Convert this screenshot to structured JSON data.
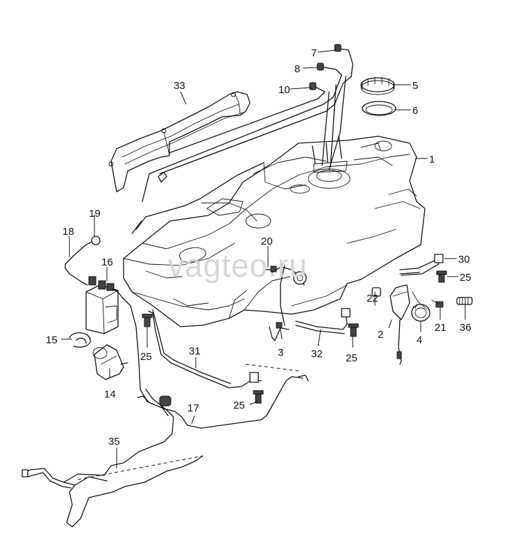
{
  "watermark": "vagteo.ru",
  "callouts": [
    {
      "id": "p1",
      "text": "1"
    },
    {
      "id": "p2",
      "text": "2"
    },
    {
      "id": "p3",
      "text": "3"
    },
    {
      "id": "p4",
      "text": "4"
    },
    {
      "id": "p5",
      "text": "5"
    },
    {
      "id": "p6",
      "text": "6"
    },
    {
      "id": "p7",
      "text": "7"
    },
    {
      "id": "p8",
      "text": "8"
    },
    {
      "id": "p10",
      "text": "10"
    },
    {
      "id": "p14",
      "text": "14"
    },
    {
      "id": "p15",
      "text": "15"
    },
    {
      "id": "p16",
      "text": "16"
    },
    {
      "id": "p17",
      "text": "17"
    },
    {
      "id": "p18",
      "text": "18"
    },
    {
      "id": "p19",
      "text": "19"
    },
    {
      "id": "p20",
      "text": "20"
    },
    {
      "id": "p21",
      "text": "21"
    },
    {
      "id": "p22",
      "text": "22"
    },
    {
      "id": "p25a",
      "text": "25"
    },
    {
      "id": "p25b",
      "text": "25"
    },
    {
      "id": "p25c",
      "text": "25"
    },
    {
      "id": "p25d",
      "text": "25"
    },
    {
      "id": "p30",
      "text": "30"
    },
    {
      "id": "p31",
      "text": "31"
    },
    {
      "id": "p32",
      "text": "32"
    },
    {
      "id": "p33",
      "text": "33"
    },
    {
      "id": "p35",
      "text": "35"
    },
    {
      "id": "p36",
      "text": "36"
    }
  ]
}
